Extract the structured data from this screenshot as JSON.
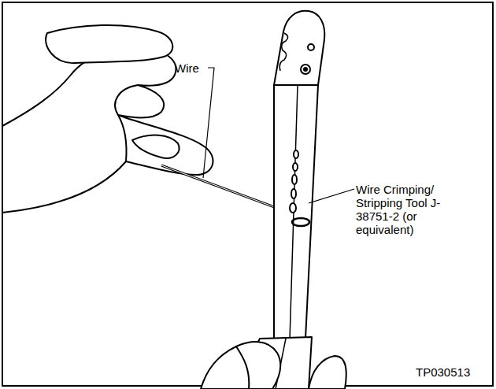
{
  "diagram": {
    "labels": [
      "Wire",
      "Wire Crimping/ Stripping Tool J-38751-2 (or equivalent)",
      "TP030513"
    ]
  }
}
